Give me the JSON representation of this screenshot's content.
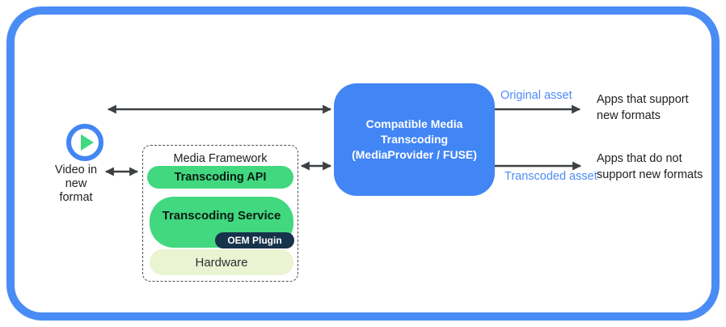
{
  "colors": {
    "frame_blue": "#4a8cf5",
    "box_blue": "#4285f4",
    "pill_green": "#41d87f",
    "oem_navy": "#17324b",
    "hardware_light_green": "#eaf3d2",
    "arrow_gray": "#3c4043",
    "asset_label_blue": "#4e8cf6"
  },
  "source": {
    "icon": "play-icon",
    "label": "Video in\nnew\nformat"
  },
  "media_framework": {
    "title": "Media Framework",
    "transcoding_api": "Transcoding API",
    "transcoding_service": "Transcoding Service",
    "oem_plugin": "OEM Plugin",
    "hardware": "Hardware"
  },
  "transcoder": {
    "label": "Compatible Media\nTranscoding\n(MediaProvider / FUSE)"
  },
  "outputs": {
    "original": {
      "asset": "Original asset",
      "apps": "Apps that support\nnew formats"
    },
    "transcoded": {
      "asset": "Transcoded asset",
      "apps": "Apps that do not\nsupport new formats"
    }
  }
}
